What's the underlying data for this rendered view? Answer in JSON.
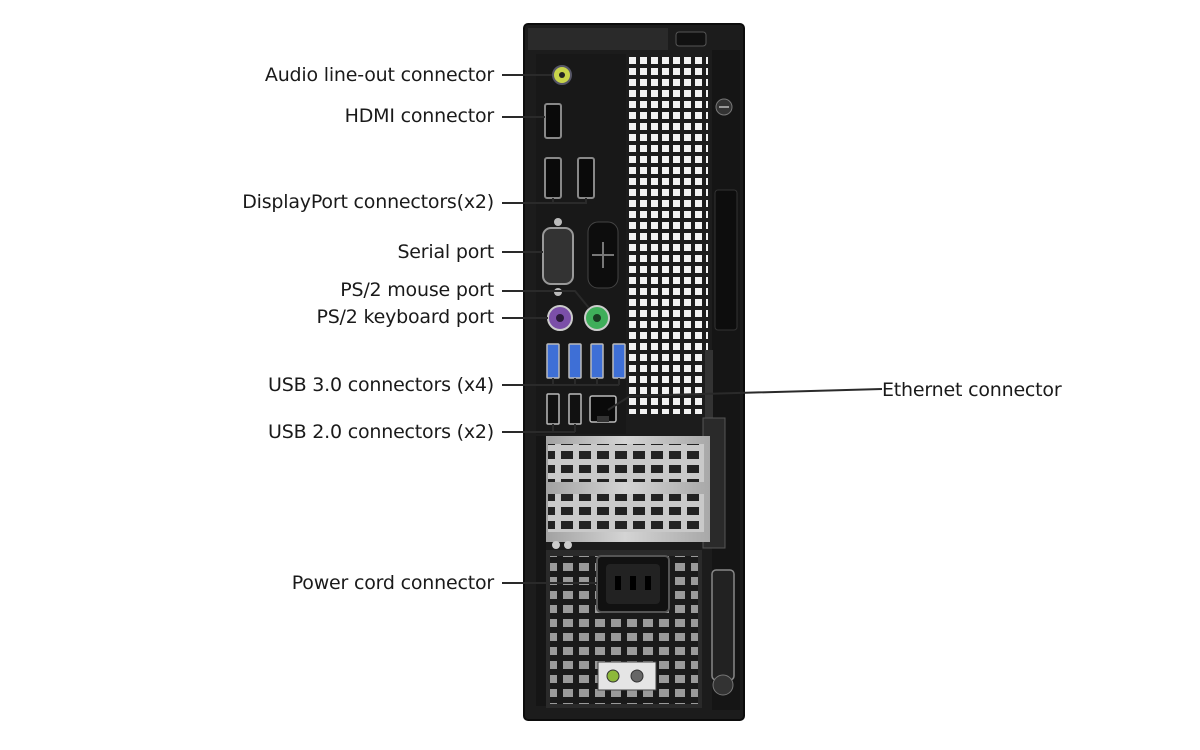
{
  "callouts": {
    "audio_line_out": "Audio line-out connector",
    "hdmi": "HDMI connector",
    "displayport": "DisplayPort connectors(x2)",
    "serial": "Serial port",
    "ps2_mouse": "PS/2 mouse port",
    "ps2_keyboard": "PS/2 keyboard port",
    "usb3": "USB 3.0 connectors (x4)",
    "usb2": "USB 2.0 connectors (x2)",
    "ethernet": "Ethernet connector",
    "power": "Power cord connector"
  },
  "colors": {
    "chassis": "#1c1c1c",
    "chassis_edge": "#0c0c0c",
    "vent_hole": "#f2f2f2",
    "metal": "#b8b8b8",
    "usb3_blue": "#3e6fd6",
    "ps2_mouse_green": "#3fae5a",
    "ps2_keyboard_purple": "#7b4fa8",
    "audio_lime": "#c8d44a",
    "leader_line": "#2a2a2a"
  }
}
